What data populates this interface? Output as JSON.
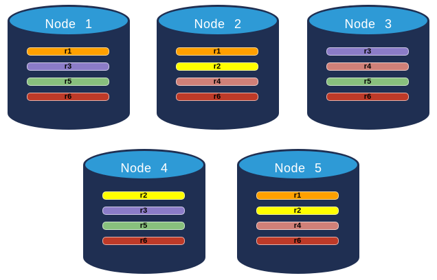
{
  "palette": {
    "background": "#FFFFFF",
    "cylinder_body": "#1F2F52",
    "cylinder_top": "#2E9AD6",
    "node_title_color": "#FFFFFF",
    "replica_label_color": "#000000"
  },
  "replica_colors": {
    "r1": "#FFA000",
    "r2": "#FFFF00",
    "r3": "#8B7CC8",
    "r4": "#D08078",
    "r5": "#88C07D",
    "r6": "#BE3A28"
  },
  "nodes": [
    {
      "label": "Node 1",
      "replicas": [
        "r1",
        "r3",
        "r5",
        "r6"
      ]
    },
    {
      "label": "Node 2",
      "replicas": [
        "r1",
        "r2",
        "r4",
        "r6"
      ]
    },
    {
      "label": "Node 3",
      "replicas": [
        "r3",
        "r4",
        "r5",
        "r6"
      ]
    },
    {
      "label": "Node 4",
      "replicas": [
        "r2",
        "r3",
        "r5",
        "r6"
      ]
    },
    {
      "label": "Node 5",
      "replicas": [
        "r1",
        "r2",
        "r4",
        "r6"
      ]
    }
  ]
}
